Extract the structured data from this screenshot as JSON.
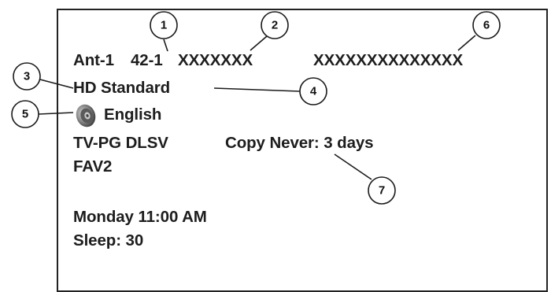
{
  "osd": {
    "antenna": "Ant-1",
    "channel": "42-1",
    "station": "XXXXXXX",
    "program": "XXXXXXXXXXXXXX",
    "format": "HD Standard",
    "audio_icon": "speaker-icon",
    "audio": "English",
    "rating": "TV-PG DLSV",
    "copy_protection": "Copy Never: 3 days",
    "favorite": "FAV2",
    "datetime": "Monday 11:00 AM",
    "sleep": "Sleep: 30"
  },
  "callouts": [
    "1",
    "2",
    "3",
    "4",
    "5",
    "6",
    "7"
  ],
  "colors": {
    "text": "#1d1d1d",
    "frame": "#222222",
    "speaker": "#808080"
  }
}
